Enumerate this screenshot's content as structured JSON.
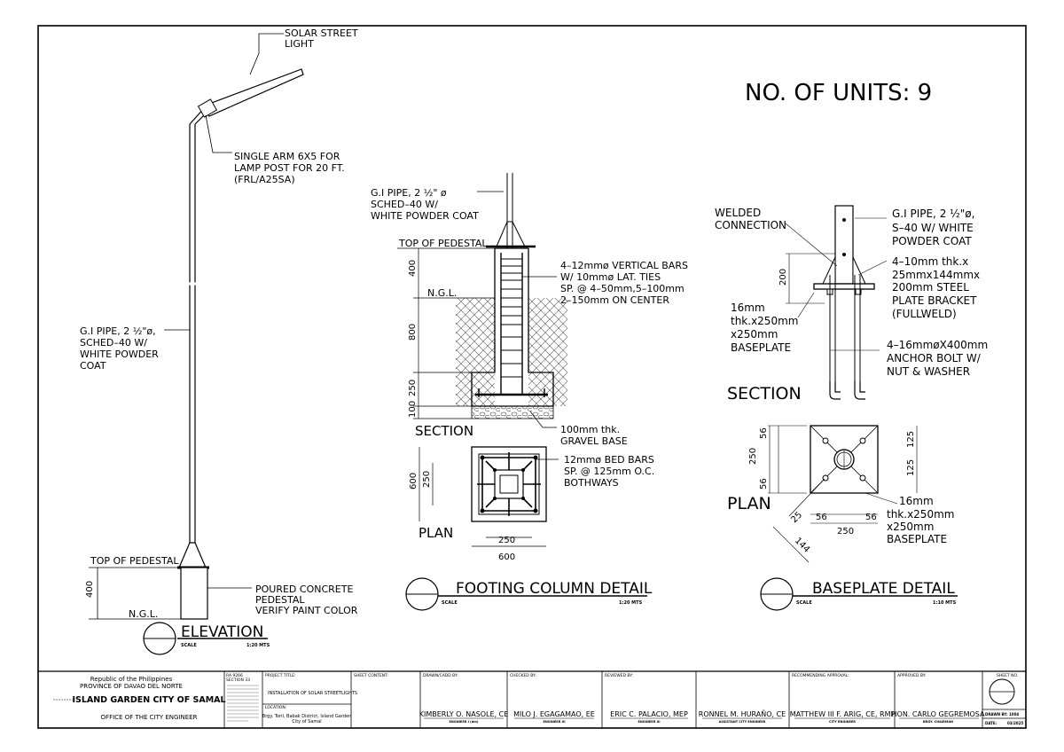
{
  "header": {
    "units": "NO. OF UNITS: 9"
  },
  "elevation": {
    "title": "ELEVATION",
    "scale_label": "SCALE",
    "scale": "1:20 MTS",
    "solar_light": [
      "SOLAR STREET",
      "LIGHT"
    ],
    "arm": [
      "SINGLE ARM 6X5 FOR",
      "LAMP POST FOR 20 FT.",
      "(FRL/A25SA)"
    ],
    "pipe": [
      "G.I PIPE,  2 ½\"ø,",
      "SCHED–40 W/",
      "WHITE POWDER",
      "COAT"
    ],
    "top_pedestal": "TOP OF PEDESTAL",
    "ngl": "N.G.L.",
    "dim_400": "400",
    "concrete": [
      "POURED CONCRETE",
      "PEDESTAL",
      "VERIFY PAINT COLOR"
    ]
  },
  "footing": {
    "title": "FOOTING COLUMN DETAIL",
    "scale_label": "SCALE",
    "scale": "1:20 MTS",
    "section": "SECTION",
    "plan": "PLAN",
    "pipe": [
      "G.I PIPE, 2 ½\" ø",
      "SCHED–40 W/",
      "WHITE POWDER COAT"
    ],
    "top_pedestal": "TOP OF PEDESTAL",
    "ngl": "N.G.L.",
    "bars": [
      "4–12mmø VERTICAL BARS",
      "W/ 10mmø LAT. TIES",
      "SP. @ 4–50mm,5–100mm",
      "2–150mm ON CENTER"
    ],
    "gravel": [
      "100mm thk.",
      "GRAVEL BASE"
    ],
    "bed": [
      "12mmø BED BARS",
      "SP. @ 125mm O.C.",
      "BOTHWAYS"
    ],
    "dims": {
      "d400": "400",
      "d800": "800",
      "d250": "250",
      "d100": "100",
      "d600": "600",
      "d250p": "250",
      "d250b": "250",
      "d600b": "600"
    }
  },
  "baseplate": {
    "title": "BASEPLATE DETAIL",
    "scale_label": "SCALE",
    "scale": "1:10 MTS",
    "section": "SECTION",
    "plan": "PLAN",
    "welded": [
      "WELDED",
      "CONNECTION"
    ],
    "pipe": [
      "G.I PIPE, 2 ½\"ø,",
      "S–40 W/ WHITE",
      "POWDER COAT"
    ],
    "bracket": [
      "4–10mm thk.x",
      "25mmx144mmx",
      "200mm STEEL",
      "PLATE BRACKET",
      "(FULLWELD)"
    ],
    "plate": [
      "16mm",
      "thk.x250mm",
      "x250mm",
      "BASEPLATE"
    ],
    "anchor": [
      "4–16mmøX400mm",
      "ANCHOR BOLT W/",
      "NUT & WASHER"
    ],
    "plate2": [
      "16mm",
      "thk.x250mm",
      "x250mm",
      "BASEPLATE"
    ],
    "dims": {
      "d200": "200",
      "d56a": "56",
      "d250": "250",
      "d56b": "56",
      "d125a": "125",
      "d125b": "125",
      "d56c": "56",
      "d56d": "56",
      "d250b": "250",
      "d144": "144",
      "d25": "25"
    }
  },
  "title_block": {
    "republic": "Republic of the Philippines",
    "province": "PROVINCE OF DAVAO DEL NORTE",
    "city": "ISLAND GARDEN CITY OF SAMAL",
    "office": "OFFICE OF THE CITY ENGINEER",
    "ra": [
      "RA 9266",
      "SECTION 33"
    ],
    "project_title_label": "PROJECT TITLE:",
    "project_title": "INSTALLATION OF SOLAR STREETLIGHTS",
    "location_label": "LOCATION:",
    "location": [
      "Brgy. Toril, Babak District, Island Garden",
      "City of Samal"
    ],
    "sheet_content_label": "SHEET CONTENT:",
    "drawn_label": "DRAWN/CADD BY:",
    "drawn_name": "KIMBERLY O. NASOLE, CE",
    "drawn_role": "ENGINEER I (dm)",
    "checked_label": "CHECKED BY:",
    "checked_name": "MILO J. EGAGAMAO, EE",
    "checked_role": "ENGINEER III",
    "reviewed_label": "REVIEWED BY:",
    "reviewed_name": "ERIC C. PALACIO, MEP",
    "reviewed_role": "ENGINEER III",
    "name4": "RONNEL M. HURAÑO, CE",
    "role4": "ASSISTANT CITY ENGINEER",
    "recommending_label": "RECOMMENDING APPROVAL:",
    "recommending_name": "MATTHEW III F. ARIG, CE, RMP",
    "recommending_role": "CITY ENGINEER",
    "approved_label": "APPROVED BY:",
    "approved_name": "HON. CARLO GEGREMOSA",
    "approved_role": "BRGY. CHAIRMAN",
    "sheet_no_label": "SHEET NO.",
    "drawn_by_label": "DRAWN BY:",
    "drawn_by_value": "1004",
    "date_label": "DATE:",
    "date_value": "03/2025"
  }
}
